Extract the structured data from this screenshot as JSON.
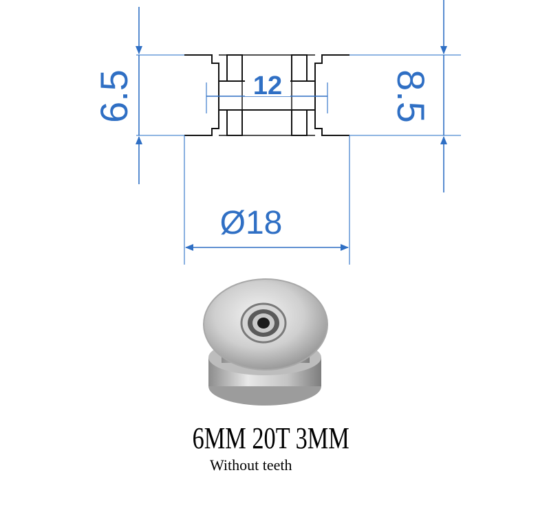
{
  "dimensions": {
    "left_height": "6.5",
    "right_height": "8.5",
    "inner_width": "12",
    "outer_diameter": "Ø18"
  },
  "caption": {
    "spec": "6MM 20T 3MM",
    "note": "Without teeth"
  },
  "colors": {
    "dimension": "#2f6fc4",
    "outline": "#111111",
    "extension": "#4a86d0"
  }
}
